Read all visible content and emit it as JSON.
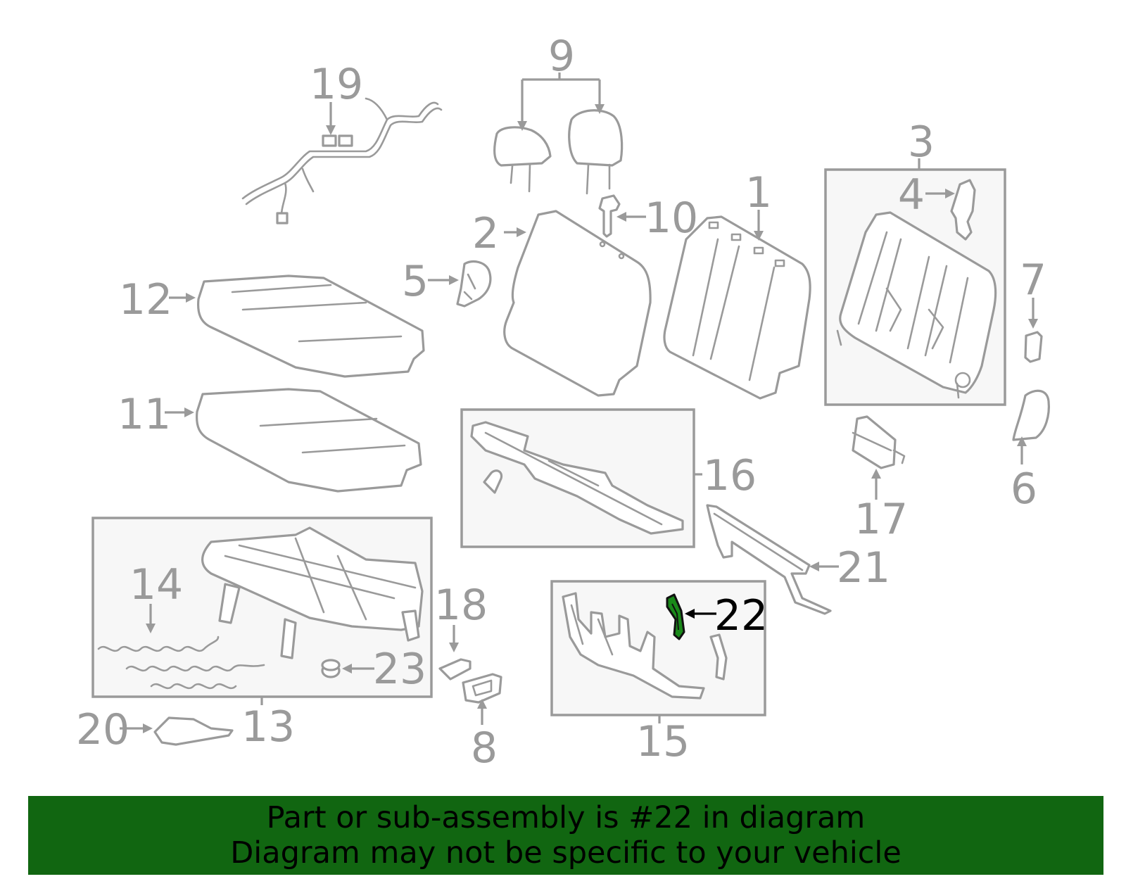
{
  "diagram": {
    "callouts": [
      "1",
      "2",
      "3",
      "4",
      "5",
      "6",
      "7",
      "8",
      "9",
      "10",
      "11",
      "12",
      "13",
      "14",
      "15",
      "16",
      "17",
      "18",
      "19",
      "20",
      "21",
      "22",
      "23"
    ],
    "highlighted_part": "22"
  },
  "colors": {
    "line": "#9a9a9a",
    "highlight_fill": "#1a8a1a",
    "banner_bg": "#116611",
    "banner_text": "#000000"
  },
  "banner": {
    "line1": "Part or sub-assembly is #22 in diagram",
    "line2": "Diagram may not be specific to your vehicle"
  }
}
